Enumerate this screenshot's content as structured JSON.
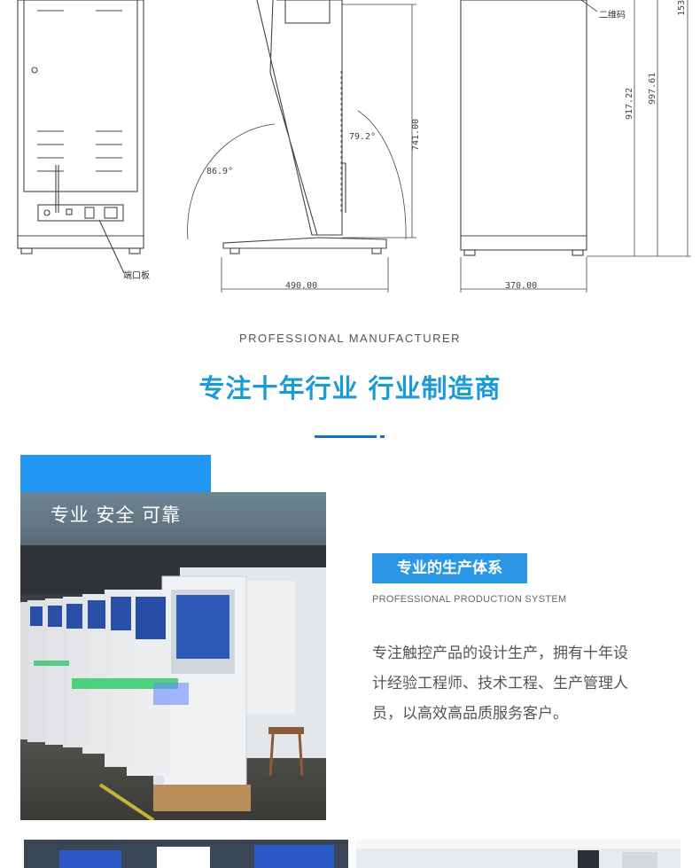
{
  "drawings": {
    "label_port_panel": "端口板",
    "label_qr": "二维码",
    "angle_1": "86.9°",
    "angle_2": "79.2°",
    "height_741": "741.00",
    "height_917": "917.22",
    "height_997": "997.61",
    "height_153": "153",
    "width_490": "490.00",
    "width_370": "370.00"
  },
  "header": {
    "tagline": "PROFESSIONAL MANUFACTURER",
    "headline": "专注十年行业  行业制造商"
  },
  "photo": {
    "caption": "专业 安全 可靠"
  },
  "section": {
    "title": "专业的生产体系",
    "subtitle": "PROFESSIONAL PRODUCTION SYSTEM",
    "description": "专注触控产品的设计生产，拥有十年设计经验工程师、技术工程、生产管理人员，以高效高品质服务客户。"
  },
  "colors": {
    "accent": "#1a9ad6",
    "title_box": "#2a97e6",
    "blue_block": "#2196f3"
  }
}
